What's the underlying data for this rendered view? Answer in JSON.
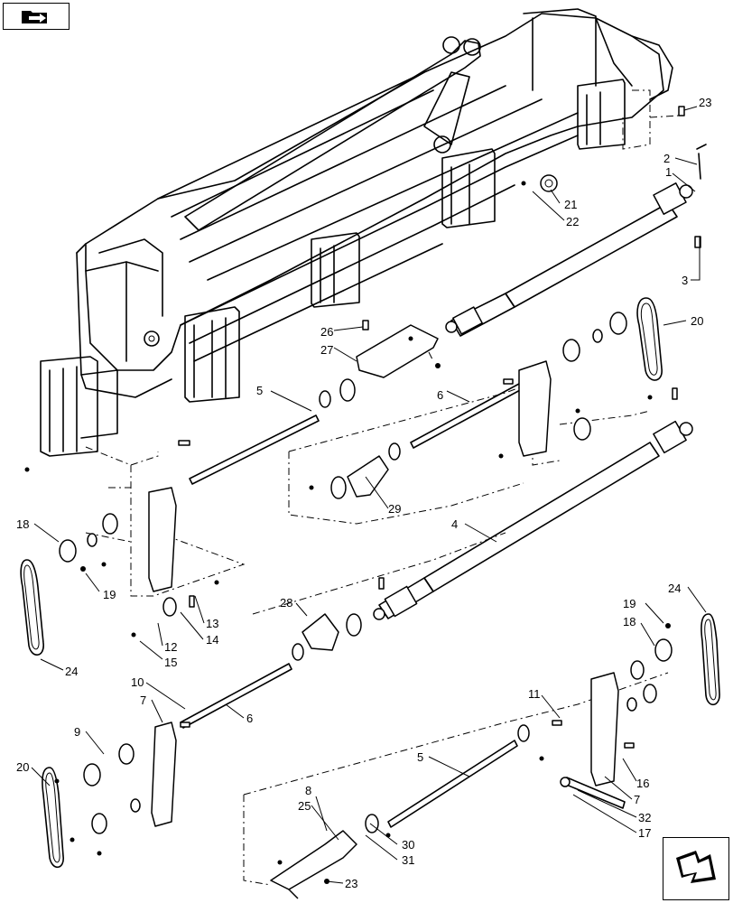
{
  "icons": {
    "top_left": "folder-arrow-icon",
    "bottom_right": "next-page-arrow-icon"
  },
  "callouts": [
    {
      "id": "c23a",
      "text": "23"
    },
    {
      "id": "c2",
      "text": "2"
    },
    {
      "id": "c1",
      "text": "1"
    },
    {
      "id": "c21",
      "text": "21"
    },
    {
      "id": "c22",
      "text": "22"
    },
    {
      "id": "c3",
      "text": "3"
    },
    {
      "id": "c20a",
      "text": "20"
    },
    {
      "id": "c26",
      "text": "26"
    },
    {
      "id": "c27",
      "text": "27"
    },
    {
      "id": "c5a",
      "text": "5"
    },
    {
      "id": "c6a",
      "text": "6"
    },
    {
      "id": "c29",
      "text": "29"
    },
    {
      "id": "c4",
      "text": "4"
    },
    {
      "id": "c18a",
      "text": "18"
    },
    {
      "id": "c19a",
      "text": "19"
    },
    {
      "id": "c13",
      "text": "13"
    },
    {
      "id": "c14",
      "text": "14"
    },
    {
      "id": "c12",
      "text": "12"
    },
    {
      "id": "c15",
      "text": "15"
    },
    {
      "id": "c24a",
      "text": "24"
    },
    {
      "id": "c28",
      "text": "28"
    },
    {
      "id": "c19b",
      "text": "19"
    },
    {
      "id": "c24b",
      "text": "24"
    },
    {
      "id": "c18b",
      "text": "18"
    },
    {
      "id": "c10",
      "text": "10"
    },
    {
      "id": "c7a",
      "text": "7"
    },
    {
      "id": "c6b",
      "text": "6"
    },
    {
      "id": "c9",
      "text": "9"
    },
    {
      "id": "c11",
      "text": "11"
    },
    {
      "id": "c20b",
      "text": "20"
    },
    {
      "id": "c5b",
      "text": "5"
    },
    {
      "id": "c16",
      "text": "16"
    },
    {
      "id": "c7b",
      "text": "7"
    },
    {
      "id": "c8",
      "text": "8"
    },
    {
      "id": "c25",
      "text": "25"
    },
    {
      "id": "c30",
      "text": "30"
    },
    {
      "id": "c31",
      "text": "31"
    },
    {
      "id": "c32",
      "text": "32"
    },
    {
      "id": "c17",
      "text": "17"
    },
    {
      "id": "c23b",
      "text": "23"
    }
  ]
}
